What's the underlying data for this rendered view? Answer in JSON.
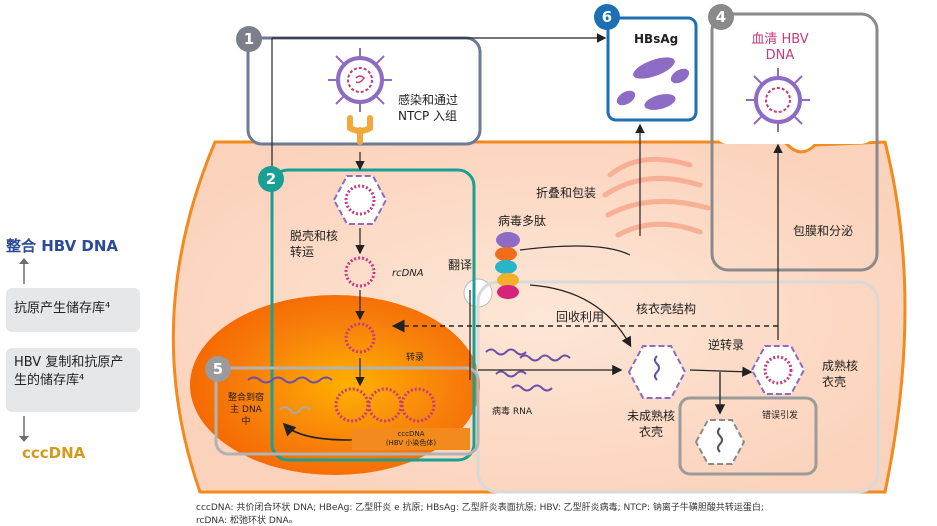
{
  "sidebar": {
    "top": "整合 HBV DNA",
    "box1": "抗原产生储存库⁴",
    "box2": "HBV 复制和抗原产生的储存库⁴",
    "bottom": "cccDNA"
  },
  "steps": [
    "1",
    "2",
    "4",
    "5",
    "6"
  ],
  "labels": {
    "entry": "感染和通过 NTCP 入组",
    "hbsag": "HBsAg",
    "serum": "血清 HBV DNA",
    "uncoating": "脱壳和核转运",
    "rcdna": "rcDNA",
    "translation": "翻译",
    "polypeptide": "病毒多肽",
    "folding": "折叠和包装",
    "envelope": "包膜和分泌",
    "capsid": "核衣壳结构",
    "recycle": "回收利用",
    "transcription": "转录",
    "rna": "病毒 RNA",
    "revtrans": "逆转录",
    "mature": "成熟核衣壳",
    "immature": "未成熟核衣壳",
    "error": "错误引发",
    "integrate": "整合到宿主 DNA 中",
    "cccdna_box": "cccDNA",
    "cccdna_sub": "(HBV 小染色体)"
  },
  "footnote": {
    "line1": "cccDNA: 共价闭合环状 DNA; HBeAg: 乙型肝炎 e 抗原; HBsAg: 乙型肝炎表面抗原; HBV: 乙型肝炎病毒; NTCP: 钠离子牛磺胆酸共转运蛋白;",
    "line2": "rcDNA: 松弛环状 DNAₒ"
  },
  "colors": {
    "navy": "#2b4a9a",
    "orange": "#f28a1e",
    "teal": "#1a9f94",
    "gray": "#8a8a8a",
    "blue": "#1d6fb3",
    "purple": "#8c6cc4",
    "magenta": "#c63a7e"
  }
}
